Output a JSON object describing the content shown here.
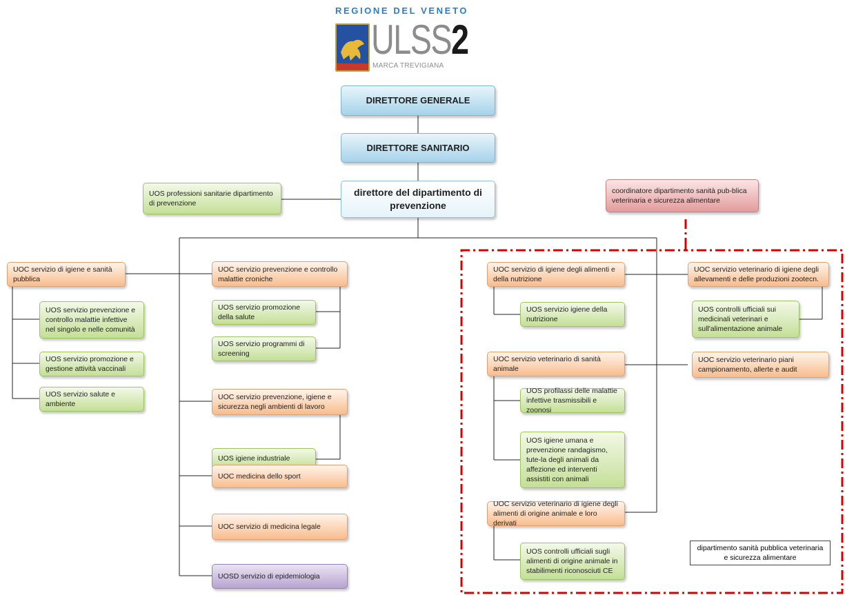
{
  "logo": {
    "region": "REGIONE DEL VENETO",
    "ulss_prefix": "ULSS",
    "ulss_number": "2",
    "subtitle": "MARCA TREVIGIANA"
  },
  "top": {
    "direttore_generale": "DIRETTORE GENERALE",
    "direttore_sanitario": "DIRETTORE SANITARIO",
    "direttore_dipartimento": "direttore del dipartimento di prevenzione",
    "uos_professioni": "UOS professioni sanitarie dipartimento di prevenzione",
    "coordinatore": "coordinatore dipartimento sanità pub-blica veterinaria e sicurezza alimentare"
  },
  "left_column": {
    "igiene_sanita": "UOC servizio di igiene e sanità pubblica",
    "prev_infettive": "UOS servizio prevenzione e controllo malattie infettive nel singolo e nelle comunità",
    "vaccinali": "UOS servizio promozione e gestione attività vaccinali",
    "salute_ambiente": "UOS servizio salute e ambiente"
  },
  "middle_column": {
    "croniche": "UOC servizio prevenzione e controllo malattie croniche",
    "promozione_salute": "UOS servizio promozione della salute",
    "screening": "UOS servizio programmi di screening",
    "lavoro": "UOC servizio prevenzione, igiene e sicurezza negli ambienti di lavoro",
    "igiene_industriale": "UOS igiene industriale",
    "sport": "UOC medicina dello sport",
    "medicina_legale": "UOC servizio di medicina legale",
    "epidemiologia": "UOSD servizio di epidemiologia"
  },
  "vet_department": {
    "igiene_alimenti": "UOC servizio di igiene degli alimenti e della nutrizione",
    "igiene_nutrizione": "UOS servizio igiene della nutrizione",
    "sanita_animale": "UOC servizio veterinario di sanità animale",
    "profilassi": "UOS profilassi delle malattie infettive trasmissibili e zoonosi",
    "igiene_umana": "UOS igiene umana e prevenzione randagismo, tute-la degli animali da affezione ed interventi assistiti con animali",
    "origine_animale": "UOC servizio veterinario di igiene degli alimenti di origine animale e loro derivati",
    "controlli_stabilimenti": "UOS controlli ufficiali sugli alimenti di origine animale in stabilimenti riconosciuti CE",
    "allevamenti": "UOC servizio veterinario di igiene degli allevamenti e delle produzioni zootecn.",
    "medicinali": "UOS controlli ufficiali sui medicinali veterinari e sull'alimentazione animale",
    "piani": "UOC servizio veterinario piani campionamento, allerte e audit",
    "legend": "dipartimento sanità pubblica veterinaria e sicurezza alimentare"
  },
  "colors": {
    "direction_blue": "#a5d3ea",
    "uoc_orange": "#f8bd8e",
    "uos_green": "#c4df97",
    "coordinator_pink": "#e39b9b",
    "uosd_purple": "#b8a3d2",
    "dashed_border_red": "#d40000"
  }
}
